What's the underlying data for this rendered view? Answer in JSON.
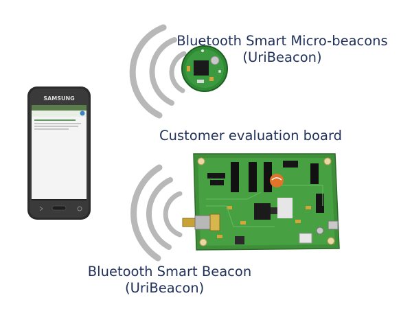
{
  "labels": {
    "micro_beacons_line1": "Bluetooth Smart Micro-beacons",
    "micro_beacons_line2": "(UriBeacon)",
    "evaluation_board": "Customer evaluation board",
    "beacon_line1": "Bluetooth Smart Beacon",
    "beacon_line2": "(UriBeacon)"
  },
  "phone": {
    "brand": "SAMSUNG"
  },
  "icons": {
    "signal_top": "signal-waves-icon",
    "signal_bottom": "signal-waves-icon",
    "phone": "smartphone-icon",
    "micro_beacon": "circuit-beacon-icon",
    "board": "circuit-board-icon"
  },
  "colors": {
    "label_text": "#22315a",
    "signal_waves": "#b8b8b8",
    "pcb_green": "#3f8f3a",
    "phone_body": "#2b2b2b"
  }
}
